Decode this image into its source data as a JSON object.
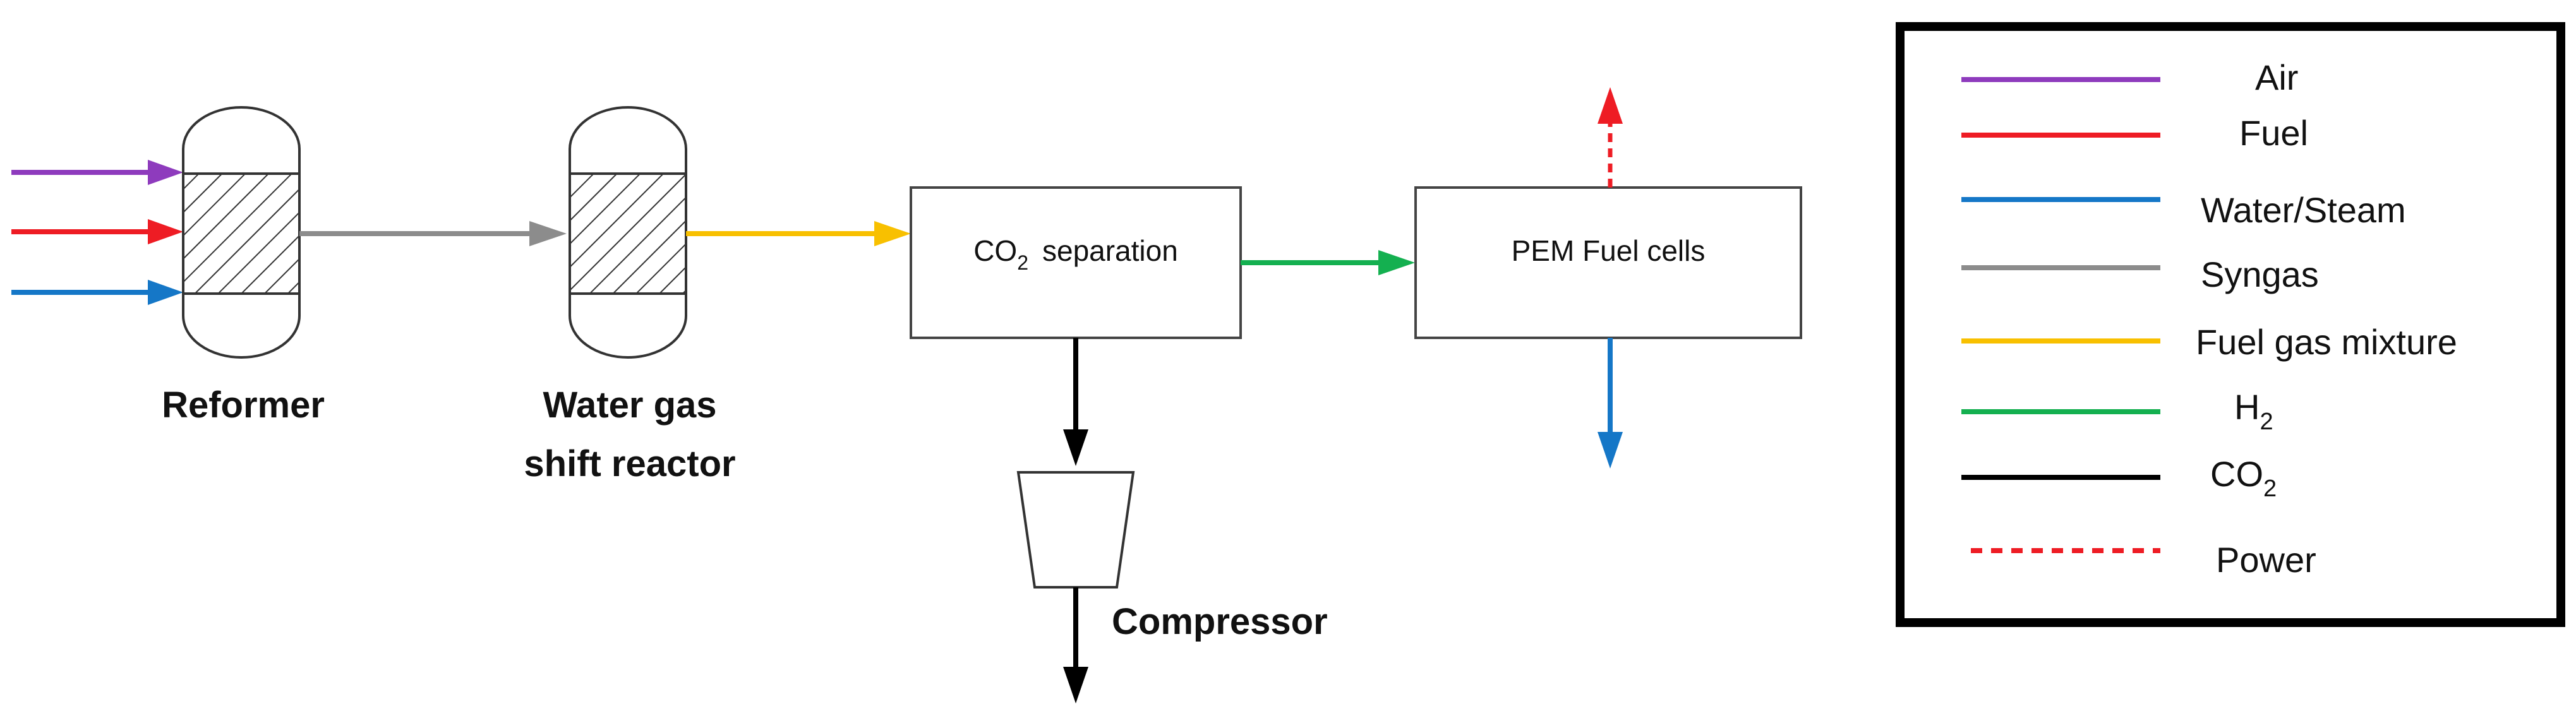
{
  "colors": {
    "air": "#8e3bbd",
    "fuel": "#ee1c24",
    "water": "#1577c7",
    "syngas": "#8c8c8c",
    "fuel_gas": "#f8c000",
    "h2": "#14b050",
    "co2": "#000000",
    "power": "#ee1c24"
  },
  "units": {
    "reformer": "Reformer",
    "wgs_line1": "Water gas",
    "wgs_line2": "shift reactor",
    "co2_sep_main": "CO",
    "co2_sep_sub": "2",
    "co2_sep_rest": "separation",
    "pem": "PEM Fuel cells",
    "compressor": "Compressor"
  },
  "legend": {
    "items": [
      {
        "label": "Air",
        "color": "#8e3bbd",
        "style": "solid"
      },
      {
        "label": "Fuel",
        "color": "#ee1c24",
        "style": "solid"
      },
      {
        "label": "Water/Steam",
        "color": "#1577c7",
        "style": "solid"
      },
      {
        "label": "Syngas",
        "color": "#8c8c8c",
        "style": "solid"
      },
      {
        "label": "Fuel gas mixture",
        "color": "#f8c000",
        "style": "solid"
      },
      {
        "label": "H",
        "sub": "2",
        "color": "#14b050",
        "style": "solid"
      },
      {
        "label": "CO",
        "sub": "2",
        "color": "#000000",
        "style": "solid"
      },
      {
        "label": "Power",
        "color": "#ee1c24",
        "style": "dashed"
      }
    ]
  }
}
